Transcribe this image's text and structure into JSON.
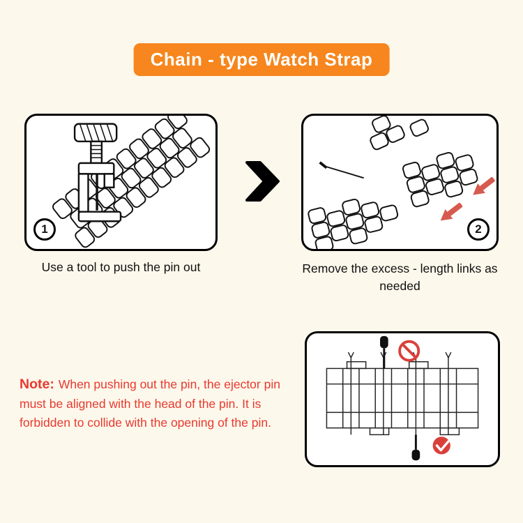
{
  "banner": {
    "title": "Chain - type Watch Strap"
  },
  "steps": [
    {
      "number": "1",
      "caption": "Use a tool to push the pin out"
    },
    {
      "number": "2",
      "caption": "Remove the excess - length links as needed"
    }
  ],
  "note": {
    "label": "Note:",
    "text": "When pushing out the pin, the ejector pin must be aligned with the head of the pin. It is forbidden to collide with the opening of the pin."
  },
  "colors": {
    "background": "#FDF8EC",
    "banner_orange": "#F6861D",
    "note_red": "#E8392F",
    "arrow_red": "#D65A4F",
    "line_black": "#111111"
  }
}
